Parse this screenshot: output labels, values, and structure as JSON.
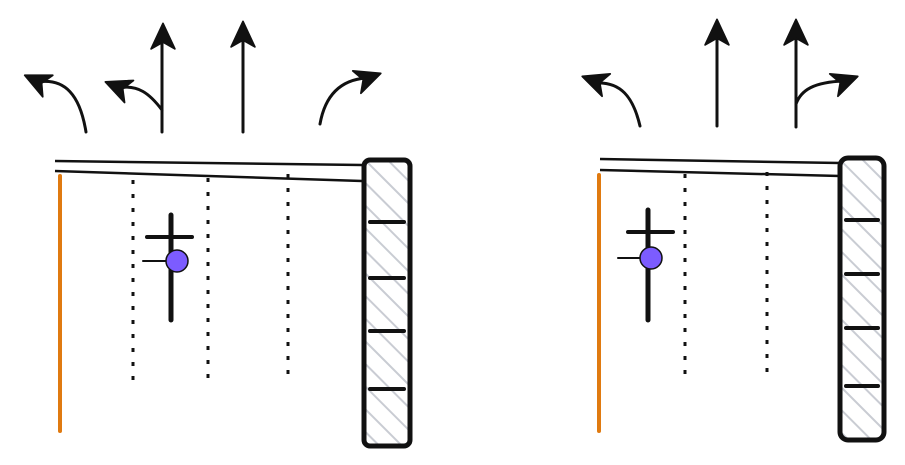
{
  "diagrams": [
    {
      "id": "left",
      "lane_count": 4,
      "lane_arrows": [
        "left",
        "left-and-straight",
        "straight",
        "right"
      ],
      "has_bicycle": true,
      "has_curb": true,
      "has_barrier_stripes": true
    },
    {
      "id": "right",
      "lane_count": 3,
      "lane_arrows": [
        "left",
        "straight",
        "straight-and-right"
      ],
      "has_bicycle": true,
      "has_curb": true,
      "has_barrier_stripes": true
    }
  ],
  "colors": {
    "ink": "#111111",
    "curb": "#e07a10",
    "rider": "#7c5cff",
    "hatch": "#c9ccd3"
  }
}
